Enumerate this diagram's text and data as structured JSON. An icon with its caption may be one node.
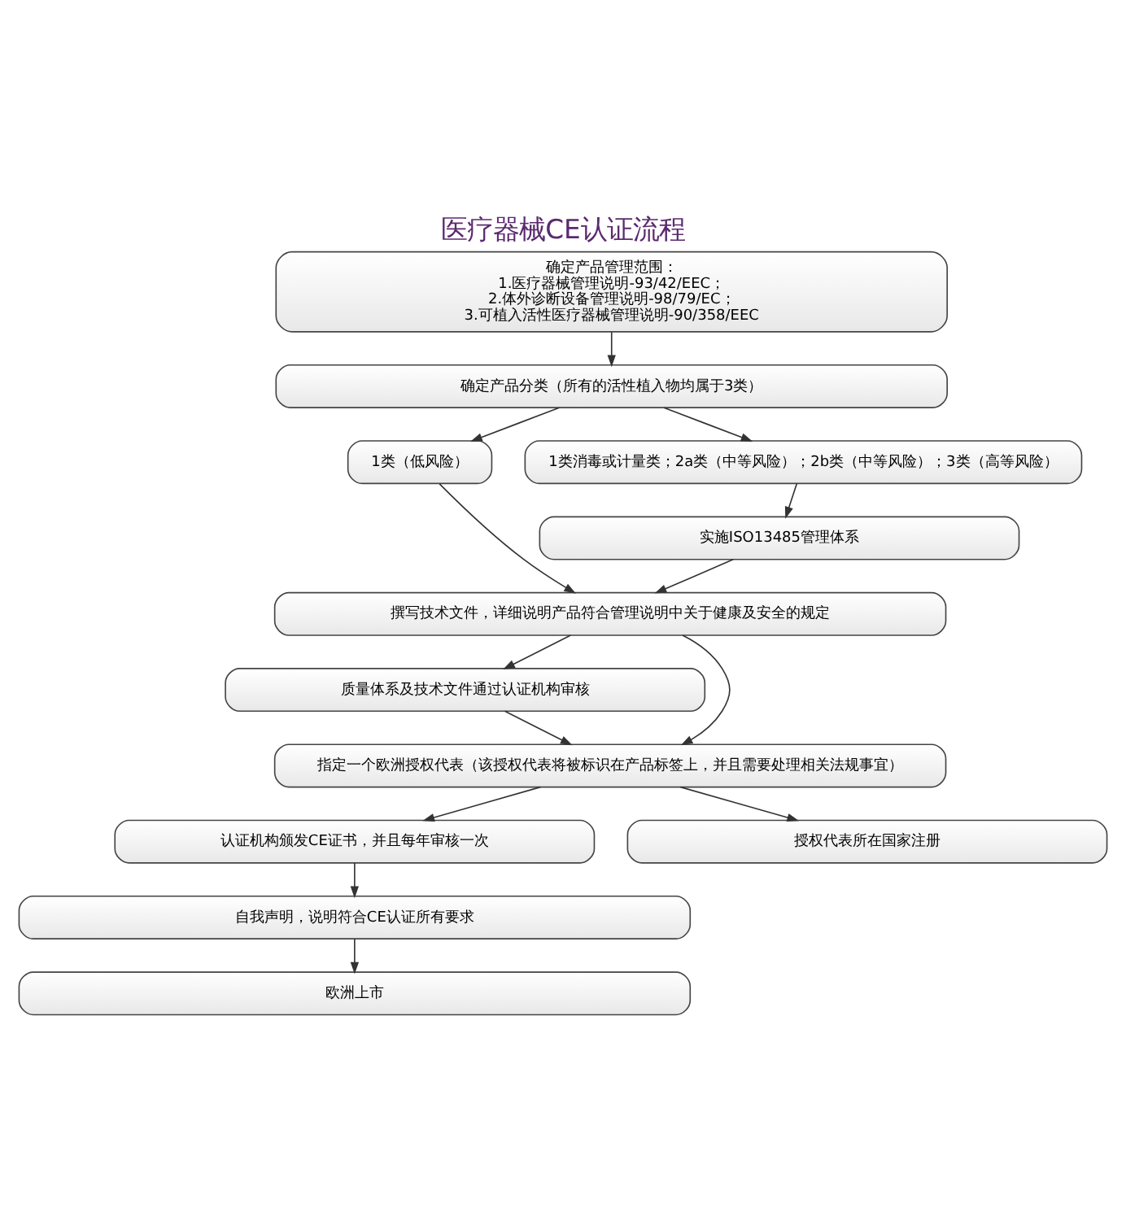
{
  "diagram": {
    "title": "医疗器械CE认证流程",
    "nodes": [
      {
        "text": [
          "确定产品管理范围：",
          "1.医疗器械管理说明-93/42/EEC；",
          "2.体外诊断设备管理说明-98/79/EC；",
          "3.可植入活性医疗器械管理说明-90/358/EEC"
        ]
      },
      {
        "text": [
          "确定产品分类（所有的活性植入物均属于3类）"
        ]
      },
      {
        "text": [
          "1类（低风险）"
        ]
      },
      {
        "text": [
          "1类消毒或计量类；2a类（中等风险）；2b类（中等风险）；3类（高等风险）"
        ]
      },
      {
        "text": [
          "实施ISO13485管理体系"
        ]
      },
      {
        "text": [
          "撰写技术文件，详细说明产品符合管理说明中关于健康及安全的规定"
        ]
      },
      {
        "text": [
          "质量体系及技术文件通过认证机构审核"
        ]
      },
      {
        "text": [
          "指定一个欧洲授权代表（该授权代表将被标识在产品标签上，并且需要处理相关法规事宜）"
        ]
      },
      {
        "text": [
          "认证机构颁发CE证书，并且每年审核一次"
        ]
      },
      {
        "text": [
          "授权代表所在国家注册"
        ]
      },
      {
        "text": [
          "自我声明，说明符合CE认证所有要求"
        ]
      },
      {
        "text": [
          "欧洲上市"
        ]
      }
    ],
    "edges": [
      {
        "from": 0,
        "to": 1,
        "arrow": "to"
      },
      {
        "from": 1,
        "to": 2,
        "arrow": "to"
      },
      {
        "from": 1,
        "to": 3,
        "arrow": "to"
      },
      {
        "from": 3,
        "to": 4,
        "arrow": "to"
      },
      {
        "from": 2,
        "to": 5,
        "arrow": "to"
      },
      {
        "from": 4,
        "to": 5,
        "arrow": "to"
      },
      {
        "from": 5,
        "to": 7,
        "arrow": "to"
      },
      {
        "from": 5,
        "to": 6,
        "arrow": "to"
      },
      {
        "from": 6,
        "to": 7,
        "arrow": "to"
      },
      {
        "from": 7,
        "to": 9,
        "arrow": "to"
      },
      {
        "from": 7,
        "to": 8,
        "arrow": "to"
      },
      {
        "from": 8,
        "to": 10,
        "arrow": "to"
      },
      {
        "from": 10,
        "to": 11,
        "arrow": "to"
      }
    ]
  }
}
